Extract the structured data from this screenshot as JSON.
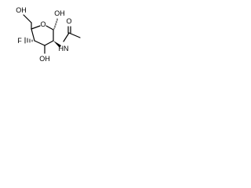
{
  "molecule": {
    "labels": {
      "ring_oxygen": "O",
      "primary_hydroxyl": "OH",
      "anomeric_hydroxyl": "OH",
      "fluorine": "F",
      "hydroxyl_c3": "OH",
      "amide_nh": "HN",
      "carbonyl_oxygen": "O"
    },
    "colors": {
      "bond": "#000000",
      "text": "#000000",
      "background": "#ffffff"
    }
  }
}
